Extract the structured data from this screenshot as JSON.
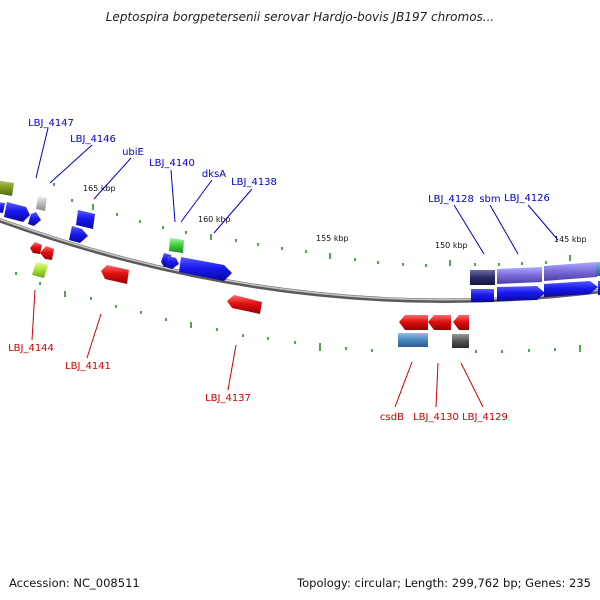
{
  "title": "Leptospira borgpetersenii serovar Hardjo-bovis JB197 chromos...",
  "footer": {
    "accession": "Accession: NC_008511",
    "summary": "Topology: circular; Length: 299,762 bp; Genes: 235"
  },
  "ticks": [
    "165 kbp",
    "160 kbp",
    "155 kbp",
    "150 kbp",
    "145 kbp"
  ],
  "genes_top": [
    "LBJ_4147",
    "LBJ_4146",
    "ubiE",
    "LBJ_4140",
    "dksA",
    "LBJ_4138",
    "LBJ_4128",
    "sbm",
    "LBJ_4126"
  ],
  "genes_bottom": [
    "LBJ_4144",
    "LBJ_4141",
    "LBJ_4137",
    "csdB",
    "LBJ_4130",
    "LBJ_4129"
  ],
  "colors": {
    "forward_label": "#0000cc",
    "reverse_label": "#cc0000",
    "forward_gene": "#1a1aee",
    "reverse_gene": "#e01010",
    "backbone": "#8a8a8a",
    "tick": "#2e8b2e",
    "purple_gene": "#7a6ad8",
    "steel_gene": "#4a86bf"
  }
}
